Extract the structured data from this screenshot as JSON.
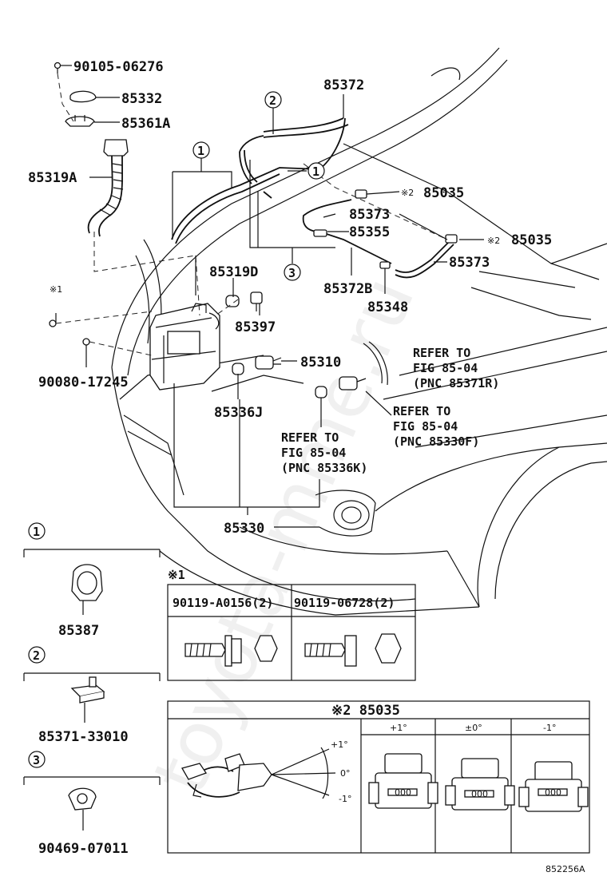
{
  "watermark": "toyota-mme.ru",
  "figure_code": "852256A",
  "part_labels": {
    "p1": "90105-06276",
    "p2": "85332",
    "p3": "85361A",
    "p4": "85319A",
    "p5": "85372",
    "p6": "85035",
    "p7": "85373",
    "p8": "85355",
    "p9": "85035",
    "p10": "85373",
    "p11": "85372B",
    "p12": "85348",
    "p13": "85319D",
    "p14": "85397",
    "p15": "85310",
    "p16": "90080-17245",
    "p17": "85336J",
    "p18": "85330"
  },
  "refs": {
    "r1": [
      "REFER TO",
      "FIG 85-04",
      "(PNC 85371R)"
    ],
    "r2": [
      "REFER TO",
      "FIG 85-04",
      "(PNC 85330F)"
    ],
    "r3": [
      "REFER TO",
      "FIG 85-04",
      "(PNC 85336K)"
    ]
  },
  "marks": {
    "note1": "※1",
    "note2": "※2",
    "note2_small": "※2"
  },
  "callouts": {
    "c1": "1",
    "c2": "2",
    "c3": "3"
  },
  "legend": [
    {
      "num": "1",
      "part": "85387"
    },
    {
      "num": "2",
      "part": "85371-33010"
    },
    {
      "num": "3",
      "part": "90469-07011"
    }
  ],
  "table1": {
    "title": "※1",
    "col1": "90119-A0156(2)",
    "col2": "90119-06728(2)"
  },
  "table2": {
    "title": "※2 85035",
    "headers": [
      "+1°",
      "±0°",
      "-1°"
    ],
    "angles": [
      "+1°",
      "0°",
      "-1°"
    ],
    "nozzle_text": "000"
  }
}
